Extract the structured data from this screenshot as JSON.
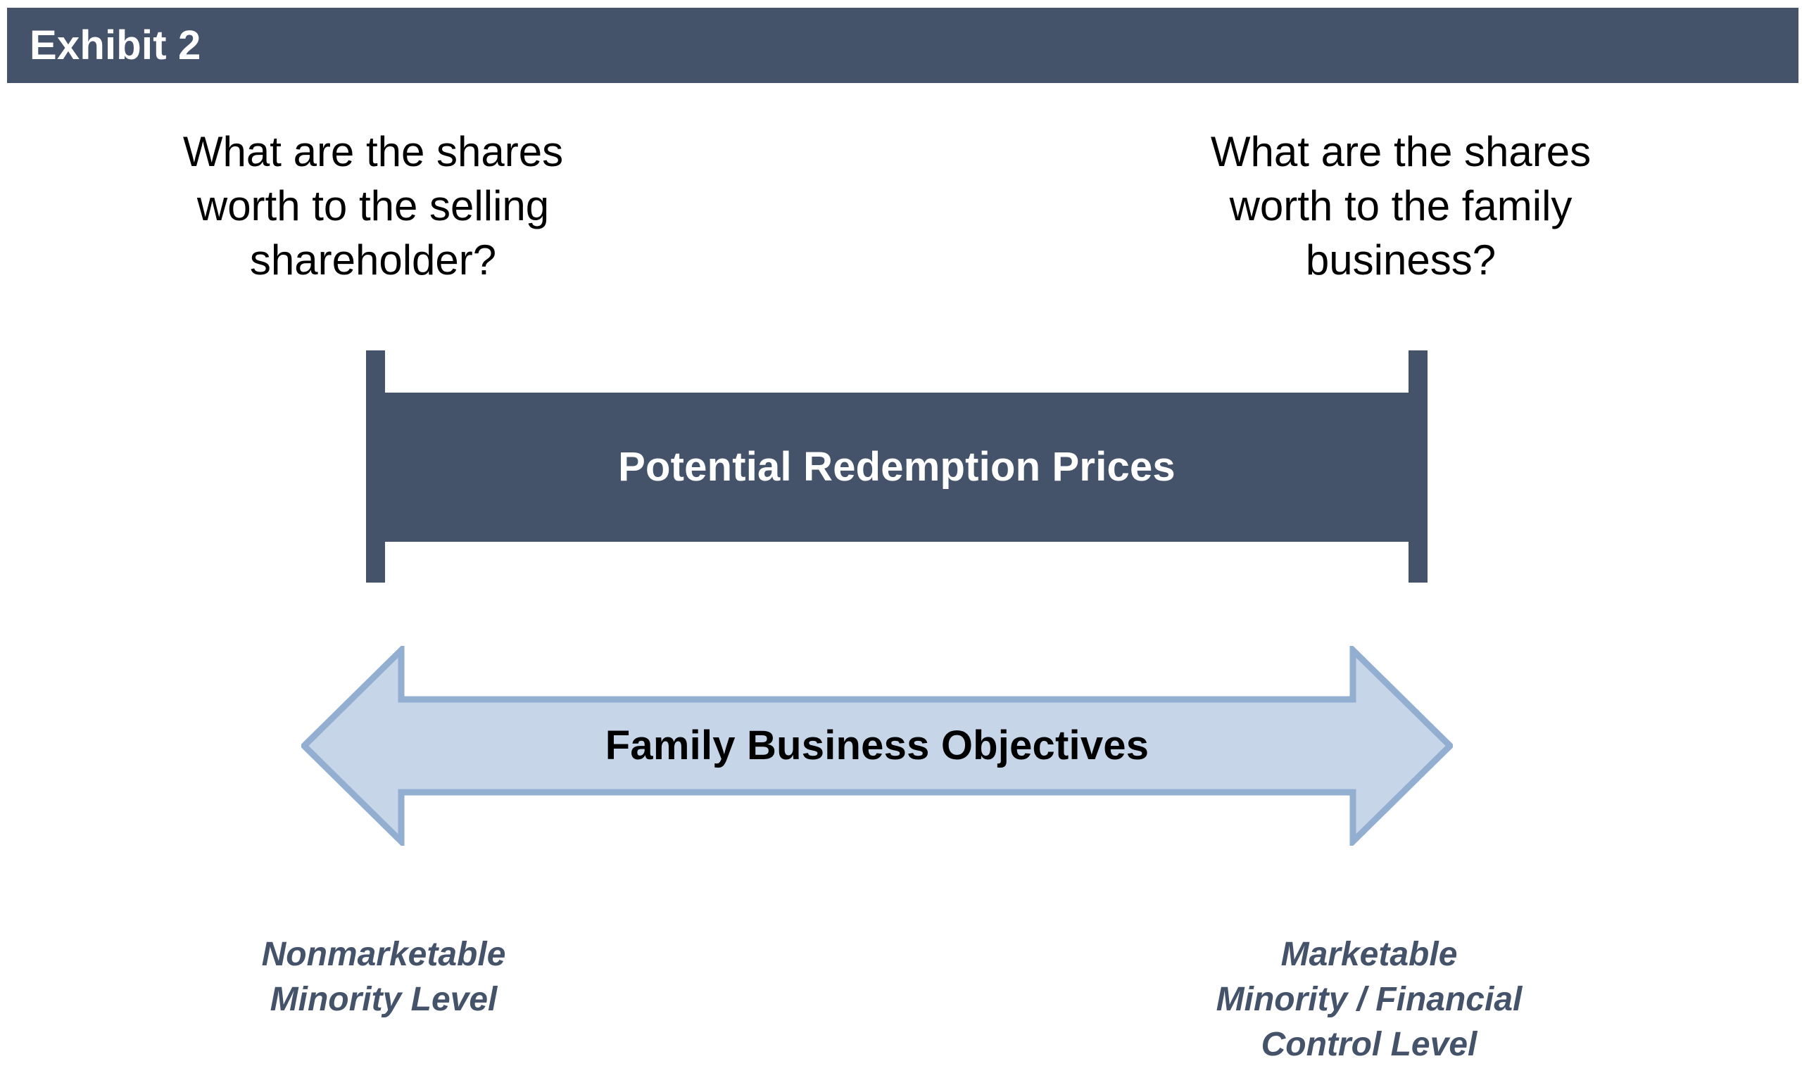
{
  "colors": {
    "dark_slate": "#44526A",
    "arrow_fill": "#C6D5E7",
    "arrow_border": "#92AFD1",
    "background": "#FFFFFF",
    "header_text": "#FFFFFF",
    "body_text": "#000000"
  },
  "header": {
    "title": "Exhibit 2"
  },
  "questions": {
    "left": {
      "lines": [
        "What are the shares",
        "worth to the selling",
        "shareholder?"
      ],
      "full_text": "What are the shares worth to the selling shareholder?"
    },
    "right": {
      "lines": [
        "What are the shares",
        "worth to the family",
        "business?"
      ],
      "full_text": "What are the shares worth to the family business?"
    }
  },
  "range_bar": {
    "label": "Potential Redemption Prices",
    "shape": "i-beam"
  },
  "objectives_arrow": {
    "label": "Family Business Objectives",
    "shape": "double-headed-arrow"
  },
  "levels": {
    "left": {
      "lines": [
        "Nonmarketable",
        "Minority Level"
      ],
      "full_text": "Nonmarketable Minority Level"
    },
    "right": {
      "lines": [
        "Marketable",
        "Minority / Financial",
        "Control Level"
      ],
      "full_text": "Marketable Minority / Financial Control Level"
    }
  }
}
